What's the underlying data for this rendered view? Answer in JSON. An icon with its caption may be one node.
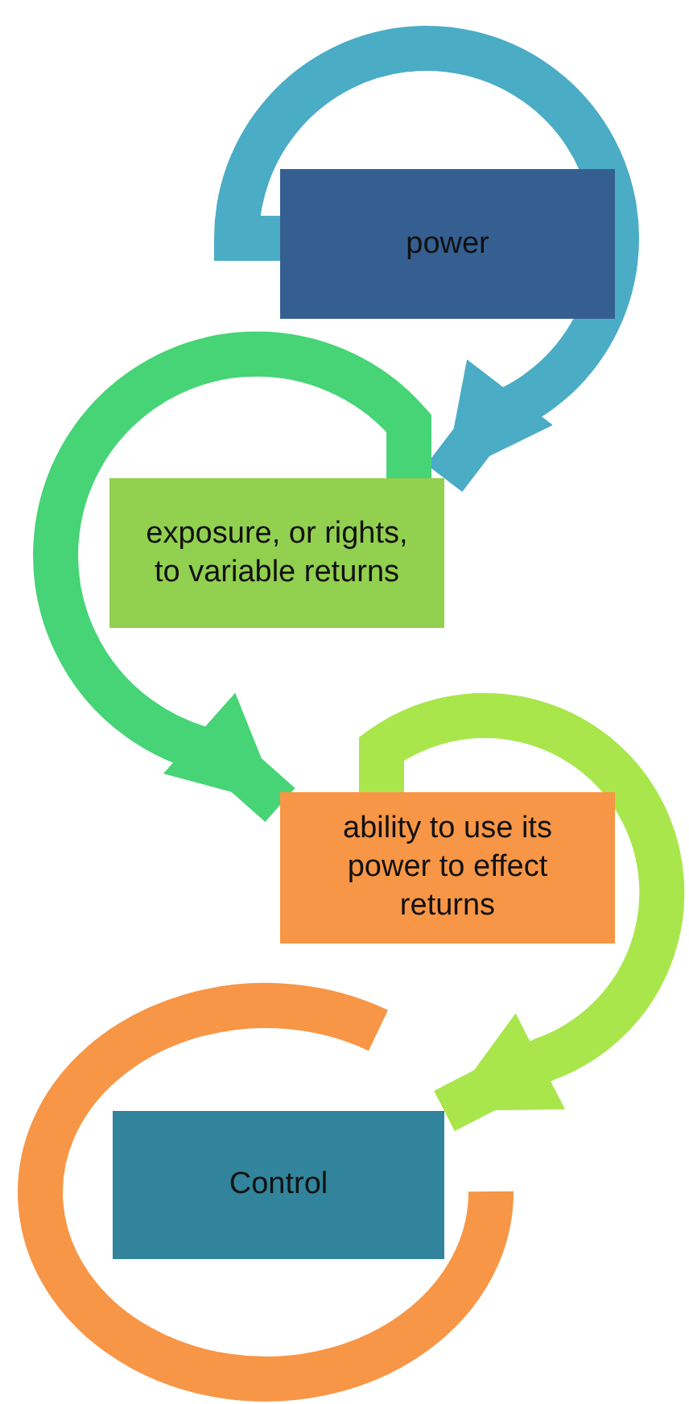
{
  "diagram": {
    "nodes": [
      {
        "text": [
          "power"
        ]
      },
      {
        "text": [
          "exposure, or rights, to variable returns"
        ]
      },
      {
        "text": [
          "ability to use its power to effect returns"
        ]
      },
      {
        "text": [
          "Control"
        ]
      }
    ],
    "edges": [
      {
        "from": 0,
        "to": 1,
        "arrow": "to",
        "color": "#4bacc6"
      },
      {
        "from": 1,
        "to": 2,
        "arrow": "to",
        "color": "#46d476"
      },
      {
        "from": 2,
        "to": 3,
        "arrow": "to",
        "color": "#a9e64c"
      }
    ]
  }
}
